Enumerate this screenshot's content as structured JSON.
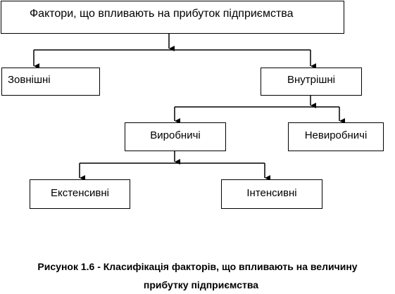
{
  "diagram": {
    "root": "Фактори, що впливають на прибуток підприємства",
    "external": "Зовнішні",
    "internal": "Внутрішні",
    "production": "Виробничі",
    "nonproduction": "Невиробничі",
    "extensive": "Екстенсивні",
    "intensive": "Інтенсивні"
  },
  "caption": {
    "line1": "Рисунок 1.6 -  Класифікація факторів, що впливають на величину",
    "line2": "прибутку підприємства"
  },
  "colors": {
    "line": "#000000",
    "background": "#ffffff"
  }
}
